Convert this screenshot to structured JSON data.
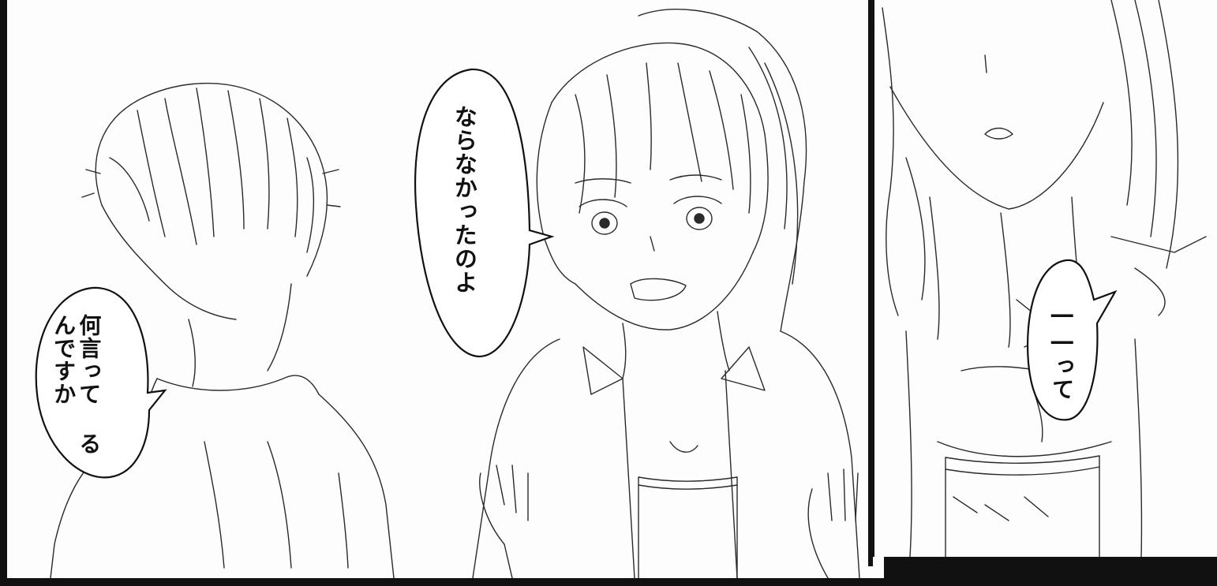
{
  "panels": [
    {
      "id": "wide-panel",
      "bubbles": [
        {
          "speaker": "boy",
          "lines": [
            "何言って",
            "るんですか"
          ]
        },
        {
          "speaker": "girl",
          "lines": [
            "ならなかったのよ"
          ]
        }
      ]
    },
    {
      "id": "closeup-panel",
      "bubbles": [
        {
          "speaker": "girl",
          "lines": [
            "――って"
          ]
        }
      ]
    }
  ],
  "colors": {
    "ink": "#111111",
    "paper": "#fdfdfd"
  }
}
